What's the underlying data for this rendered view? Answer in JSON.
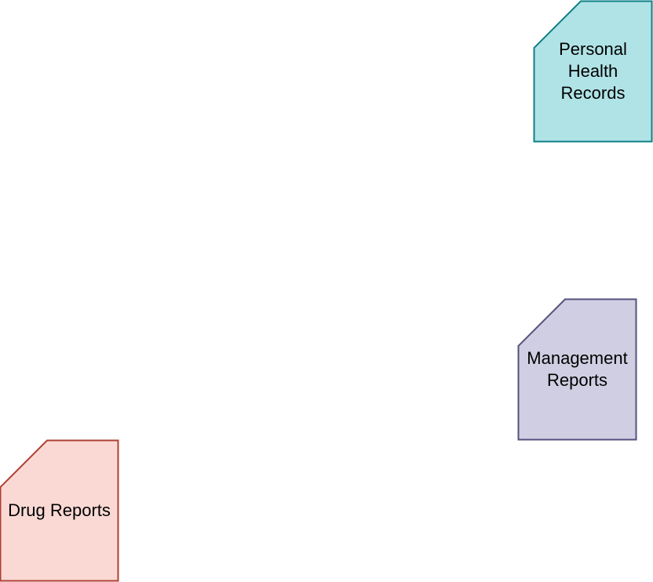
{
  "diagram": {
    "nodes": [
      {
        "id": "personal-health-records",
        "label": "Personal\nHealth\nRecords",
        "fill": "#b0e3e6",
        "stroke": "#0e8088"
      },
      {
        "id": "management-reports",
        "label": "Management\nReports",
        "fill": "#d0cee2",
        "stroke": "#56517e"
      },
      {
        "id": "drug-reports",
        "label": "Drug Reports",
        "fill": "#fad9d5",
        "stroke": "#ae4132"
      }
    ]
  }
}
